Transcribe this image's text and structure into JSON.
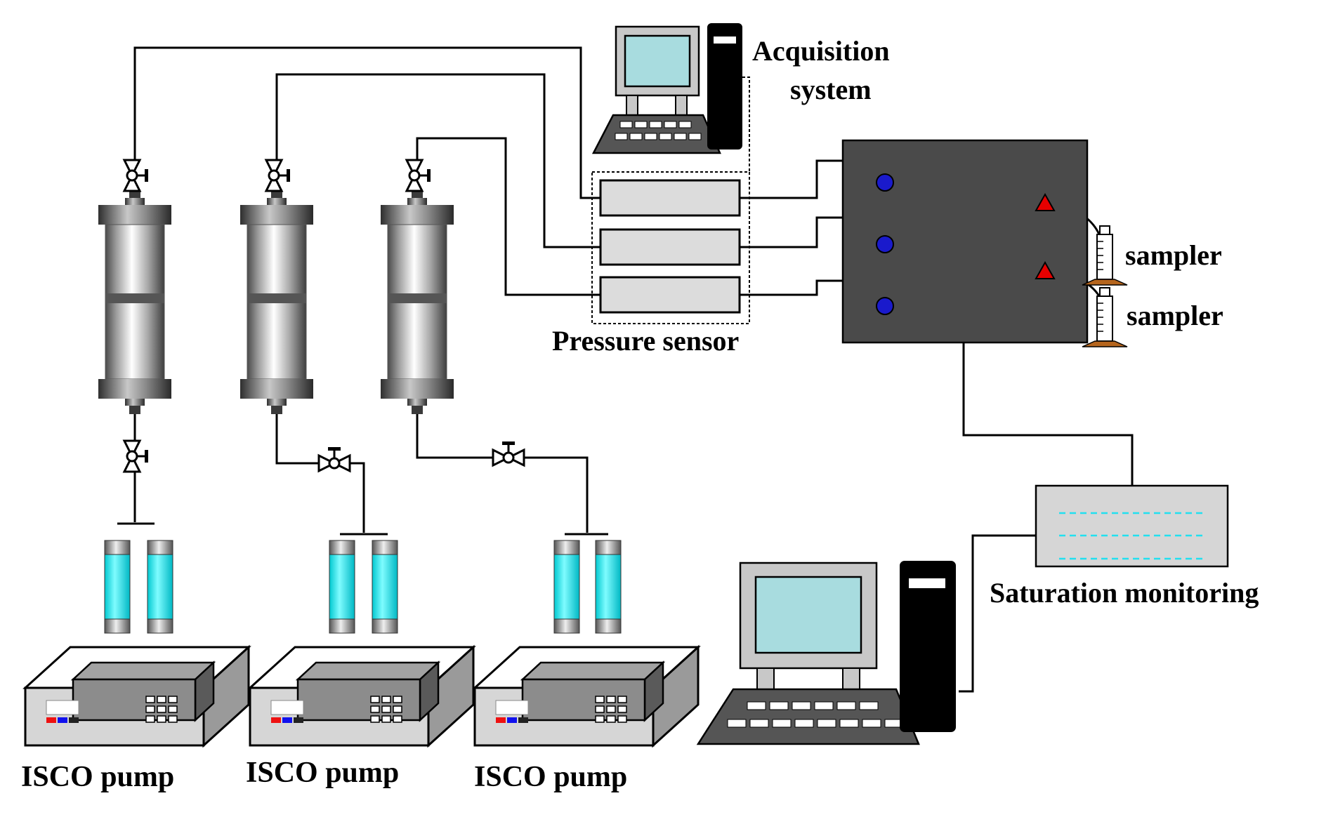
{
  "labels": {
    "acquisition_line1": "Acquisition",
    "acquisition_line2": "system",
    "pressure_sensor": "Pressure sensor",
    "sampler_1": "sampler",
    "sampler_2": "sampler",
    "saturation_monitoring": "Saturation monitoring",
    "pump_1": "ISCO pump",
    "pump_2": "ISCO pump",
    "pump_3": "ISCO pump"
  },
  "colors": {
    "pipe": "#000000",
    "core_holder": "#4a4a4a",
    "port_dot": "#1a1acc",
    "outlet_marker": "#e60000",
    "pump_cylinder_fluid": "#00ffff",
    "monitor_screen": "#a8dcdf",
    "monitoring_trace": "#22e0f0",
    "sampler_base": "#b5651d"
  },
  "icons": [
    "acquisition-computer-icon",
    "saturation-computer-icon",
    "accumulator-icon",
    "valve-icon",
    "isco-pump-icon",
    "pressure-sensor-icon",
    "core-holder-icon",
    "sampler-tube-icon",
    "saturation-monitor-icon"
  ]
}
